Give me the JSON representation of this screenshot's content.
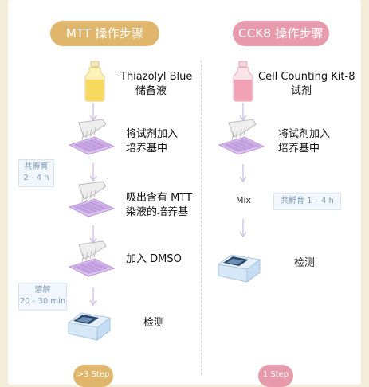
{
  "mtt": {
    "header": "MTT 操作步骤",
    "step_bottle_line1": "Thiazolyl Blue",
    "step_bottle_line2": "储备液",
    "step_add_line1": "将试剂加入",
    "step_add_line2": "培养基中",
    "step_remove_line1": "吸出含有 MTT",
    "step_remove_line2": "染液的培养基",
    "step_dmso": "加入 DMSO",
    "step_detect": "检测",
    "incubate_line1": "共孵育",
    "incubate_line2": "2 - 4 h",
    "dissolve_line1": "溶解",
    "dissolve_line2": "20 - 30 min",
    "steps_badge": ">3 Step"
  },
  "cck8": {
    "header": "CCK8 操作步骤",
    "step_bottle_line1": "Cell Counting Kit-8",
    "step_bottle_line2": "试剂",
    "step_add_line1": "将试剂加入",
    "step_add_line2": "培养基中",
    "mix": "Mix",
    "incubate": "共孵育 1 – 4 h",
    "step_detect": "检测",
    "steps_badge": "1 Step"
  },
  "colors": {
    "mtt_accent": "#dfb66c",
    "cck8_accent": "#e79aac",
    "arrow": "#c9b8e3",
    "plate": "#c9a7e3",
    "note_border": "#d7e3f0"
  }
}
